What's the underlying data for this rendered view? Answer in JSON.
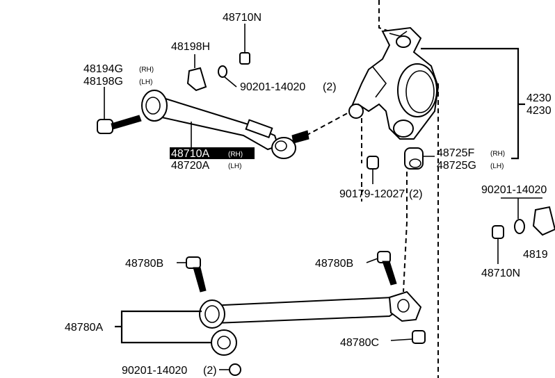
{
  "labels": {
    "nut_48710n_top": "48710N",
    "cush_48198h": "48198H",
    "arm_rh_48194g": "48194G",
    "arm_lh_48198g": "48198G",
    "rh": "(RH)",
    "lh": "(LH)",
    "washer_90201_top": "90201-14020",
    "washer_90201_top_qty": "(2)",
    "arm_48710a": "48710A",
    "arm_48720a": "48720A",
    "bushing_48725f": "48725F",
    "bushing_48725g": "48725G",
    "bolt_90179": "90179-12027",
    "bolt_90179_qty": "(2)",
    "knuckle_4230_a": "4230",
    "knuckle_4230_b": "4230",
    "washer_90201_right": "90201-14020",
    "part_4819_right": "4819",
    "nut_48710n_right": "48710N",
    "bolt_48780b_left": "48780B",
    "bolt_48780b_right": "48780B",
    "arm_48780a": "48780A",
    "nut_48780c": "48780C",
    "washer_90201_bottom": "90201-14020",
    "washer_90201_bottom_qty": "(2)"
  }
}
